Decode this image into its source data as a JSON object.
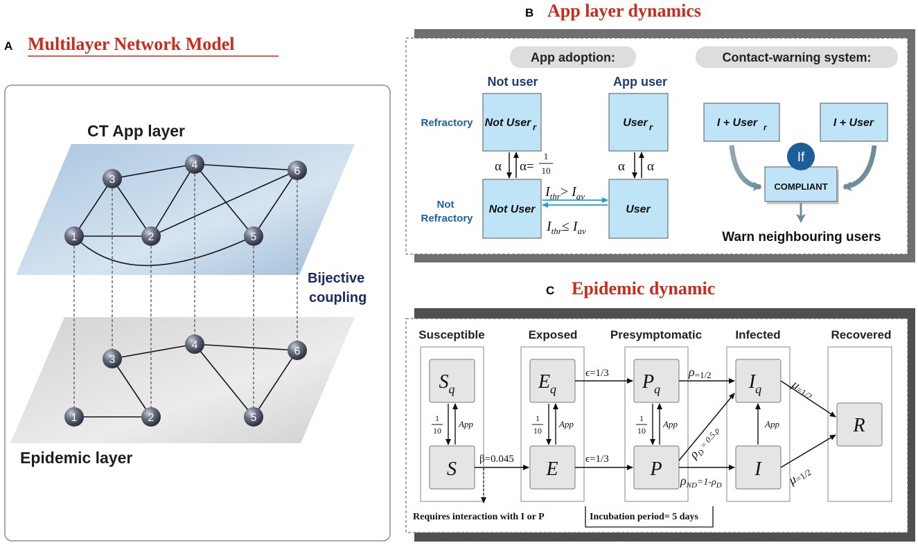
{
  "panel_a": {
    "letter": "A",
    "title": "Multilayer Network Model",
    "app_layer_label": "CT App layer",
    "epidemic_layer_label": "Epidemic layer",
    "coupling_line1": "Bijective",
    "coupling_line2": "coupling",
    "node_labels": [
      "1",
      "2",
      "3",
      "4",
      "5",
      "6"
    ]
  },
  "panel_b": {
    "letter": "B",
    "title": "App layer dynamics",
    "app_adoption": "App adoption:",
    "contact_warning": "Contact-warning system:",
    "not_user_header": "Not user",
    "app_user_header": "App user",
    "refractory": "Refractory",
    "not_refractory_1": "Not",
    "not_refractory_2": "Refractory",
    "box_not_user_r": "Not User",
    "box_user_r": "User",
    "box_not_user": "Not User",
    "box_user": "User",
    "subscript_r": "r",
    "alpha": "α",
    "alpha_eq": "α=",
    "frac_num": "1",
    "frac_den": "10",
    "cond_top_lhs": "I",
    "cond_top_lhs_sub": "thr",
    "cond_top_op": "> ",
    "cond_top_rhs": "I",
    "cond_top_rhs_sub": "av",
    "cond_bot_op": "≤ ",
    "i_user_r": "I + User",
    "i_user": "I + User",
    "if_label": "If",
    "compliant": "COMPLIANT",
    "warn": "Warn neighbouring users"
  },
  "panel_c": {
    "letter": "C",
    "title": "Epidemic dynamic",
    "col_headers": [
      "Susceptible",
      "Exposed",
      "Presymptomatic",
      "Infected",
      "Recovered"
    ],
    "state_S": "S",
    "state_E": "E",
    "state_P": "P",
    "state_I": "I",
    "state_R": "R",
    "sub_q": "q",
    "rate_frac_num": "1",
    "rate_frac_den": "10",
    "app": "App",
    "beta": "β=0.045",
    "eps": "ϵ=1/3",
    "rho": "ρ",
    "rho_val": "=1/2",
    "rho_D": "ρ",
    "rho_D_sub": "D",
    "rho_D_val": " = 0.5.ρ",
    "rho_ND": "ρ",
    "rho_ND_sub": "ND",
    "rho_ND_val": "=1-ρ",
    "rho_ND_tail_sub": "D",
    "mu": "μ",
    "mu_val": "=1/2",
    "requires": "Requires interaction with I or P",
    "incubation": "Incubation period= 5 days"
  },
  "colors": {
    "title_red": "#cc2a1a",
    "box_blue": "#bfe3f7",
    "box_gray": "#e4e6e4",
    "cyan_arrow": "#1aa3c6",
    "navy": "#1f3b73",
    "frame_gray": "#6f6f6f"
  }
}
